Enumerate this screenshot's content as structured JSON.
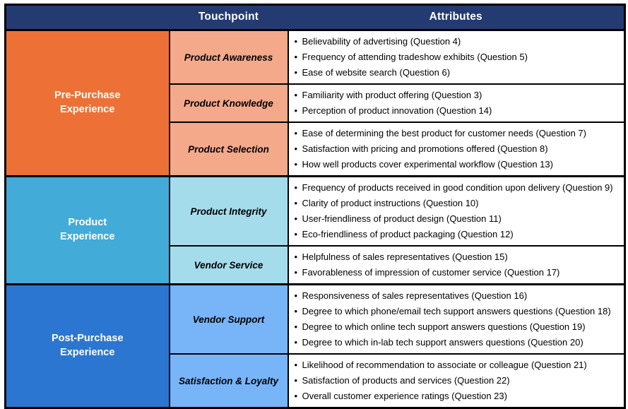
{
  "header": {
    "blank_label": "",
    "touchpoint_label": "Touchpoint",
    "attributes_label": "Attributes"
  },
  "colors": {
    "header_navy": "#243B72",
    "pre_purchase_dark": "#ED7136",
    "pre_purchase_light": "#F4A98B",
    "product_dark": "#42ABD8",
    "product_light": "#A5DCEC",
    "post_purchase_dark": "#2B76D0",
    "post_purchase_light": "#78B4F8",
    "border": "#000000",
    "attribute_background": "#FFFFFF"
  },
  "bullet_glyph": "•",
  "stages": [
    {
      "name_line1": "Pre-Purchase",
      "name_line2": "Experience",
      "touchpoints": [
        {
          "name": "Product Awareness",
          "attributes": [
            "Believability of advertising (Question 4)",
            "Frequency of attending tradeshow exhibits (Question 5)",
            "Ease of website search (Question 6)"
          ]
        },
        {
          "name": "Product Knowledge",
          "attributes": [
            "Familiarity with product offering (Question 3)",
            "Perception of product innovation (Question 14)"
          ]
        },
        {
          "name": "Product Selection",
          "attributes": [
            "Ease of determining the best product for customer needs (Question 7)",
            "Satisfaction with pricing and promotions offered (Question 8)",
            "How well products cover experimental workflow (Question 13)"
          ]
        }
      ]
    },
    {
      "name_line1": "Product",
      "name_line2": "Experience",
      "touchpoints": [
        {
          "name": "Product Integrity",
          "attributes": [
            "Frequency of products received in good condition upon delivery (Question 9)",
            "Clarity of product instructions (Question 10)",
            "User-friendliness of product design (Question 11)",
            "Eco-friendliness of product packaging (Question 12)"
          ]
        },
        {
          "name": "Vendor Service",
          "attributes": [
            "Helpfulness of sales representatives (Question 15)",
            "Favorableness of impression of customer service (Question 17)"
          ]
        }
      ]
    },
    {
      "name_line1": "Post-Purchase",
      "name_line2": "Experience",
      "touchpoints": [
        {
          "name": "Vendor Support",
          "attributes": [
            "Responsiveness of sales representatives (Question 16)",
            "Degree to which phone/email tech support answers questions (Question 18)",
            "Degree to which online tech support answers questions (Question 19)",
            "Degree to which in-lab tech support answers questions (Question 20)"
          ]
        },
        {
          "name": "Satisfaction & Loyalty",
          "attributes": [
            "Likelihood of recommendation to associate or colleague (Question 21)",
            "Satisfaction of products and services (Question 22)",
            "Overall customer experience ratings (Question 23)"
          ]
        }
      ]
    }
  ]
}
